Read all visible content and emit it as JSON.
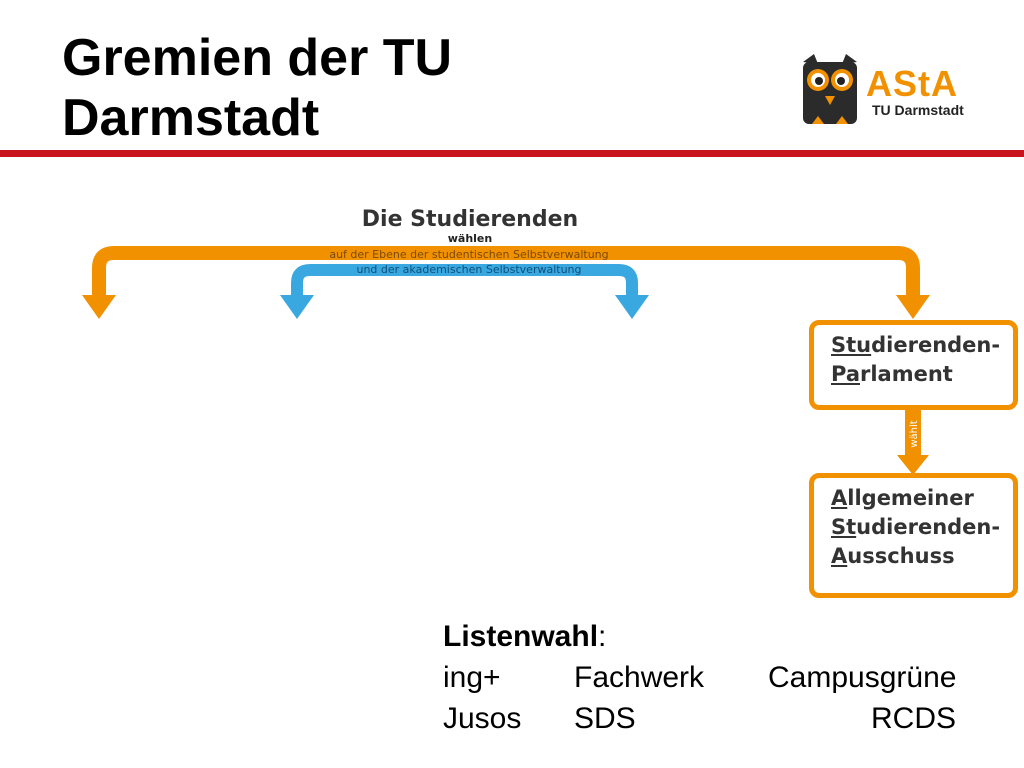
{
  "slide": {
    "title_line1": "Gremien der TU",
    "title_line2": "Darmstadt"
  },
  "logo": {
    "name": "AStA",
    "subtitle": "TU Darmstadt",
    "icon": "owl-icon"
  },
  "diagram": {
    "source_label": "Die Studierenden",
    "verb_label": "wählen",
    "orange_path_label": "auf der Ebene der studentischen Selbstverwaltung",
    "blue_path_label": "und der akademischen Selbstverwaltung",
    "box_stupa": {
      "line1_ul": "Stu",
      "line1_rest": "dierenden-",
      "line2_ul": "Pa",
      "line2_rest": "rlament"
    },
    "connector_label": "wählt",
    "box_asta": {
      "line1_ul": "A",
      "line1_rest": "llgemeiner",
      "line2_ul": "St",
      "line2_rest": "udierenden-",
      "line3_ul": "A",
      "line3_rest": "usschuss"
    },
    "colors": {
      "orange": "#f29100",
      "blue": "#3aa8e0",
      "title_rule": "#c8141e"
    }
  },
  "lists": {
    "heading": "Listenwahl",
    "heading_suffix": ":",
    "row1": [
      "ing+",
      "Fachwerk",
      "Campusgrüne"
    ],
    "row2": [
      "Jusos",
      "SDS",
      "RCDS"
    ]
  }
}
